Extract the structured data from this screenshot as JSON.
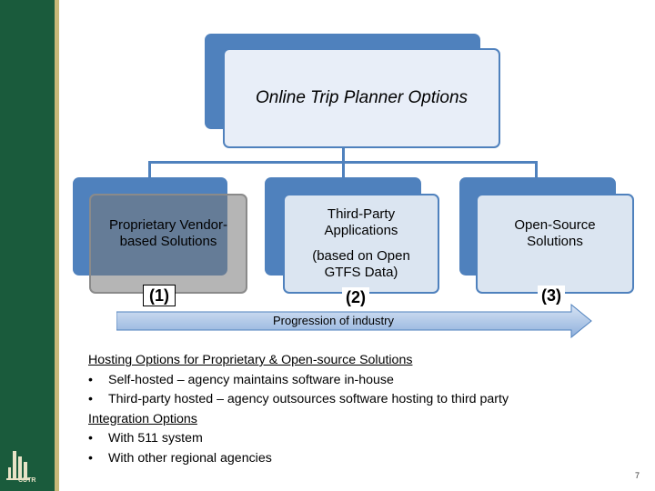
{
  "diagram": {
    "title": "Online Trip Planner Options",
    "cards": [
      {
        "label": "Proprietary Vendor-based Solutions",
        "number": "(1)"
      },
      {
        "label": "Third-Party Applications",
        "sublabel": "(based on Open GTFS Data)",
        "number": "(2)"
      },
      {
        "label": "Open-Source Solutions",
        "number": "(3)"
      }
    ],
    "progression_label": "Progression of industry"
  },
  "notes": {
    "hosting_heading": "Hosting Options for Proprietary & Open-source Solutions",
    "hosting_items": [
      "Self-hosted – agency maintains software in-house",
      "Third-party hosted – agency outsources software hosting to third party"
    ],
    "integration_heading": "Integration Options",
    "integration_items": [
      "With 511 system",
      "With other regional agencies"
    ],
    "bullet": "•"
  },
  "footer": {
    "page_number": "7",
    "logo_text": "CUTR"
  },
  "colors": {
    "sidebar": "#1a5b3c",
    "accent": "#4f81bd",
    "arrow_fill": "#b9cde8"
  }
}
